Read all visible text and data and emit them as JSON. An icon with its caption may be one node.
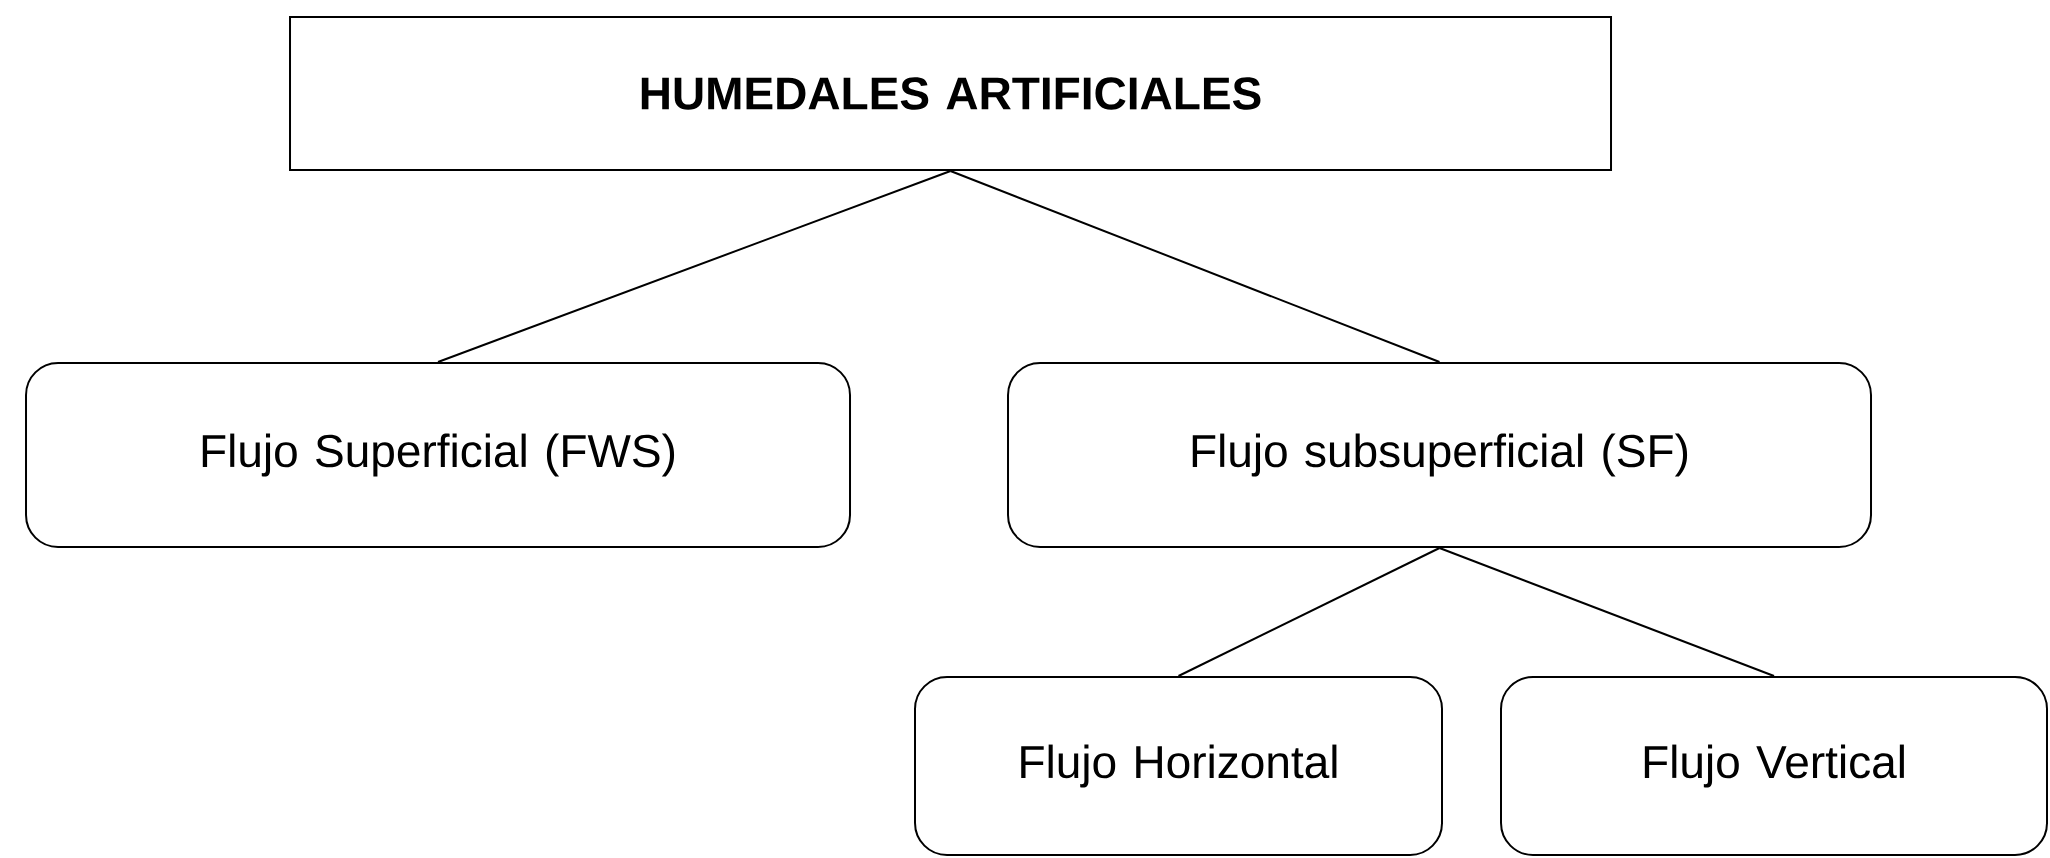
{
  "diagram": {
    "nodes": [
      {
        "text": [
          "HUMEDALES ARTIFICIALES"
        ]
      },
      {
        "text": [
          "Flujo Superficial (FWS)"
        ]
      },
      {
        "text": [
          "Flujo subsuperficial (SF)"
        ]
      },
      {
        "text": [
          "Flujo Horizontal"
        ]
      },
      {
        "text": [
          "Flujo Vertical"
        ]
      }
    ],
    "edges": [
      {
        "from": 0,
        "to": 1,
        "arrow": "none"
      },
      {
        "from": 0,
        "to": 2,
        "arrow": "none"
      },
      {
        "from": 2,
        "to": 3,
        "arrow": "none"
      },
      {
        "from": 2,
        "to": 4,
        "arrow": "none"
      }
    ]
  }
}
